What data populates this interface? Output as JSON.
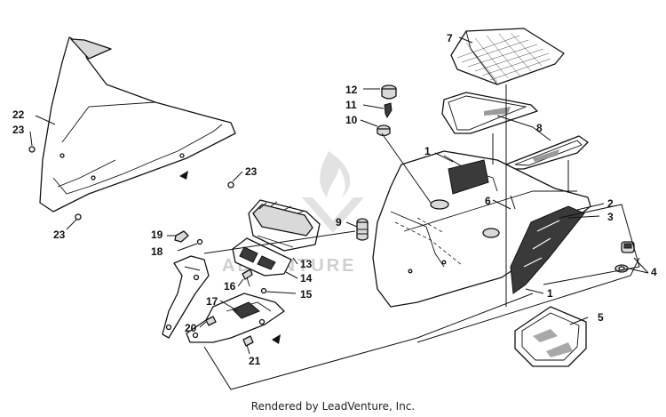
{
  "diagram": {
    "callouts": [
      "1",
      "1",
      "2",
      "3",
      "4",
      "5",
      "6",
      "7",
      "8",
      "9",
      "10",
      "11",
      "12",
      "13",
      "14",
      "15",
      "16",
      "17",
      "18",
      "19",
      "20",
      "21",
      "22",
      "23",
      "23",
      "23"
    ],
    "watermark": "ADVENTURE"
  },
  "footer": {
    "credit": "Rendered by LeadVenture, Inc."
  }
}
